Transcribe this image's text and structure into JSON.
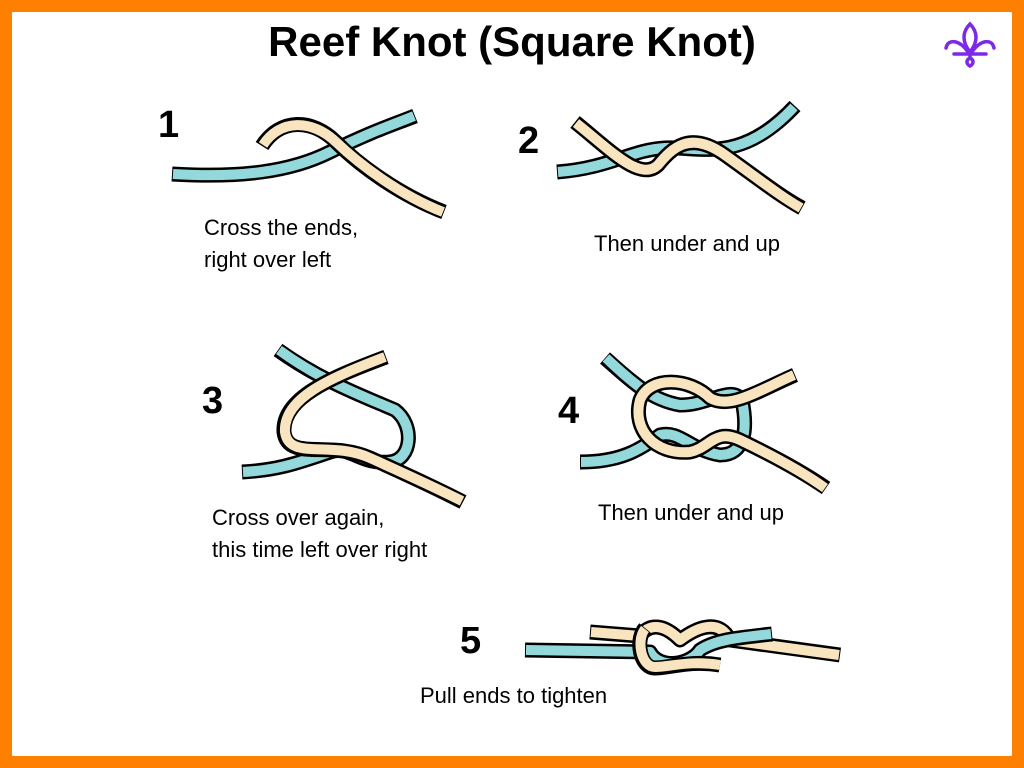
{
  "title": "Reef Knot (Square Knot)",
  "logo_icon": "fleur-de-lis-icon",
  "colors": {
    "border": "#ff8000",
    "rope_left": "#93d9dc",
    "rope_right": "#f8e5bf",
    "logo": "#7d2ae8"
  },
  "steps": [
    {
      "number": "1",
      "caption_lines": [
        "Cross the ends,",
        "right over left"
      ]
    },
    {
      "number": "2",
      "caption_lines": [
        "Then under and up"
      ]
    },
    {
      "number": "3",
      "caption_lines": [
        "Cross over again,",
        "this time left over right"
      ]
    },
    {
      "number": "4",
      "caption_lines": [
        "Then under and up"
      ]
    },
    {
      "number": "5",
      "caption_lines": [
        "Pull ends to tighten"
      ]
    }
  ]
}
